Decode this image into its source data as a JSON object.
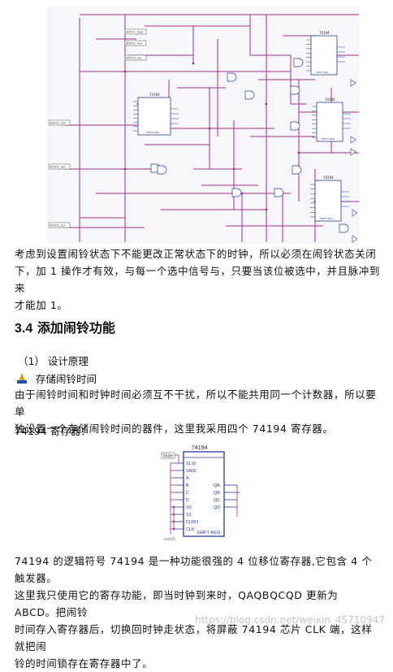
{
  "para1": {
    "lines": [
      "考虑到设置闹铃状态下不能更改正常状态下的时钟，所以必须在闹铃状态关闭",
      "下，加 1 操作才有效，与每一个选中信号与，只要当该位被选中，并且脉冲到来",
      "才能加 1。"
    ]
  },
  "section": {
    "number": "3.4",
    "title": "添加闹铃功能"
  },
  "subhead": "（1）  设计原理",
  "bullet": "存储闹铃时间",
  "para2": {
    "lines": [
      "由于闹铃时间和时钟时间必须互不干扰，所以不能共用同一个计数器，所以要单",
      "独设置一个存储闹铃时间的器件，这里我采用四个 74194 寄存器。"
    ]
  },
  "reg_label": "74194 寄存器：",
  "chip": {
    "name": "74194",
    "left_pins": [
      "SLSI",
      "SRSI",
      "A",
      "B",
      "C",
      "D",
      "S0",
      "S1",
      "CLRN",
      "CLK"
    ],
    "right_pins": [
      "QA",
      "QB",
      "QC",
      "QD"
    ],
    "bottom_label": "SHIFT REG.",
    "inst_label": "inst25",
    "input_tag": "Slide"
  },
  "para3": {
    "lines": [
      "74194 的逻辑符号 74194 是一种功能很强的 4 位移位寄存器,它包含 4 个触发器。",
      "这里我只使用它的寄存功能，即当时钟到来时，QAQBQCQD 更新为 ABCD。把闹铃",
      "时间存入寄存器后，切换回时钟走状态，将屏蔽 74194 芯片 CLK 端，这样就把闹",
      "铃的时间锁存在寄存器中了。"
    ]
  },
  "schematic": {
    "chip_label": "74194",
    "chip_sub": "SHIFT REG.",
    "pin_tags": [
      "Sttmt1_hour",
      "Sttmt2_min",
      "Sttmt3_min",
      "Sttmt1_sec",
      "Sttmt2_sec",
      "Sttmt3_sec"
    ]
  },
  "watermark": "https://blog.csdn.net/weixin_45710947",
  "colors": {
    "wire": "#a0328c",
    "blue": "#2b3b9a",
    "grid": "#cfcfe6"
  }
}
